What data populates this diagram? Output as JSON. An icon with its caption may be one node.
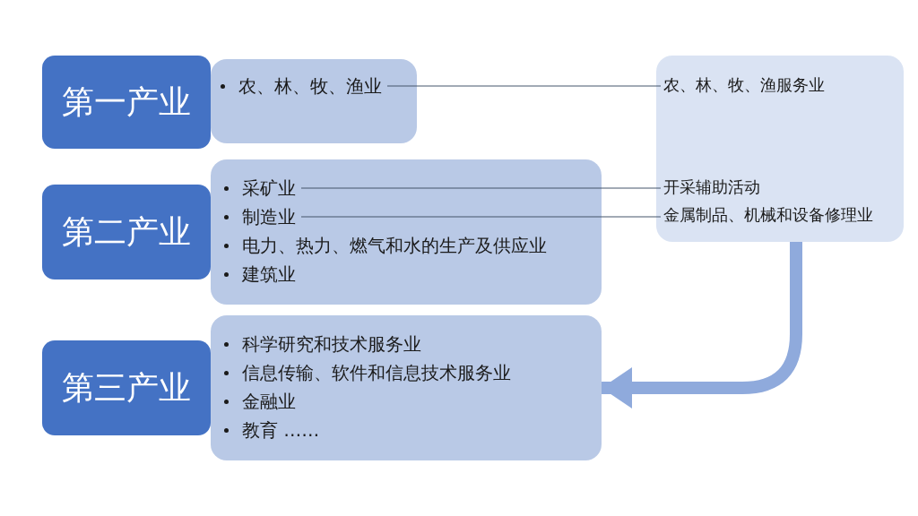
{
  "diagram": {
    "nodes": [
      {
        "text": [
          "第一产业"
        ]
      },
      {
        "text": [],
        "shape": "box"
      },
      {
        "text": [
          "农、林、牧、渔业"
        ],
        "in": 1
      },
      {
        "text": [
          "第二产业"
        ]
      },
      {
        "text": [],
        "shape": "box"
      },
      {
        "text": [
          "采矿业"
        ],
        "in": 4
      },
      {
        "text": [
          "制造业"
        ],
        "in": 4
      },
      {
        "text": [
          "电力、热力、燃气和水的生产及供应业"
        ],
        "in": 4
      },
      {
        "text": [
          "建筑业"
        ],
        "in": 4
      },
      {
        "text": [
          "第三产业"
        ]
      },
      {
        "text": [],
        "shape": "box"
      },
      {
        "text": [
          "科学研究和技术服务业"
        ],
        "in": 10
      },
      {
        "text": [
          "信息传输、软件和信息技术服务业"
        ],
        "in": 10
      },
      {
        "text": [
          "金融业"
        ],
        "in": 10
      },
      {
        "text": [
          "教育 ……"
        ],
        "in": 10
      },
      {
        "text": [],
        "shape": "box"
      },
      {
        "text": [
          "农、林、牧、渔服务业"
        ],
        "in": 15
      },
      {
        "text": [
          "开采辅助活动"
        ],
        "in": 15
      },
      {
        "text": [
          "金属制品、机械和设备修理业"
        ],
        "in": 15
      }
    ],
    "edges": [
      {
        "from": 2,
        "to": 16,
        "arrow": "none"
      },
      {
        "from": 5,
        "to": 17,
        "arrow": "none"
      },
      {
        "from": 6,
        "to": 18,
        "arrow": "none"
      },
      {
        "from": 15,
        "to": 10,
        "arrow": "to",
        "style": "thick",
        "color": "#8faadc"
      }
    ]
  }
}
